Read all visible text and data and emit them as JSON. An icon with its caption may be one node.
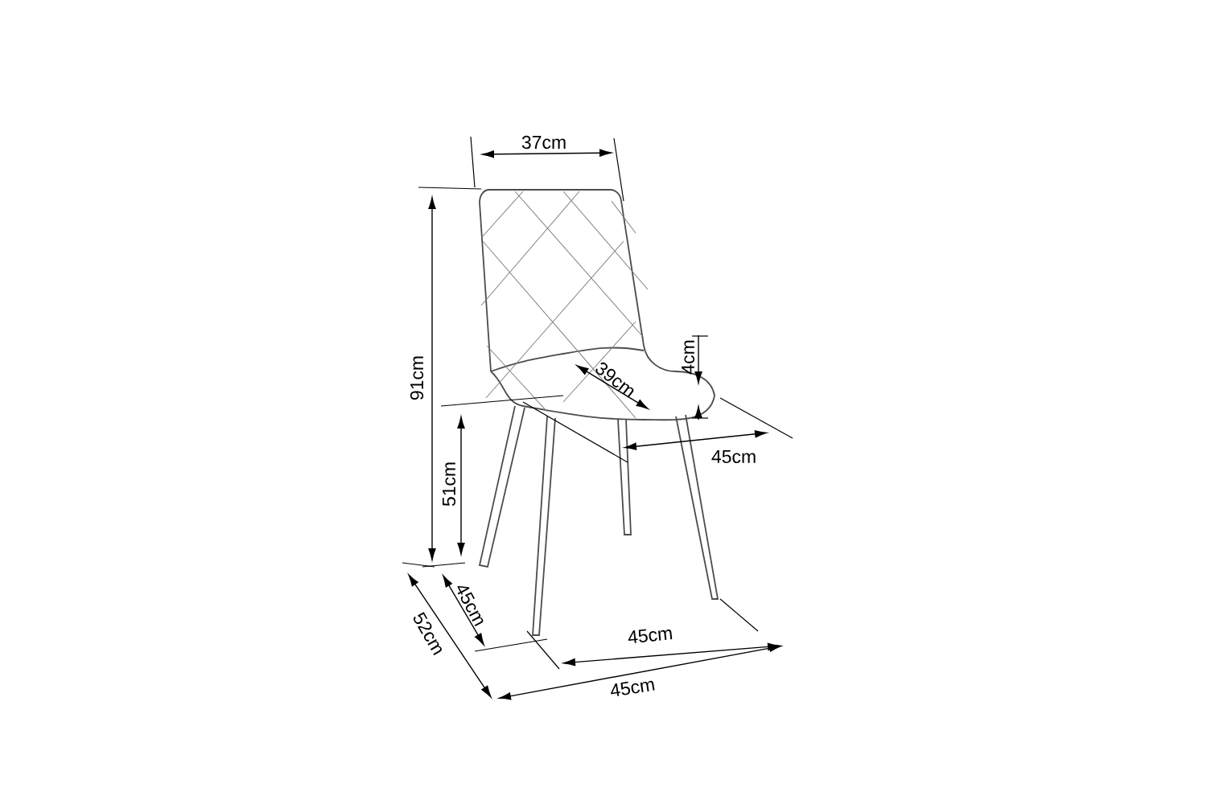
{
  "diagram": {
    "labels": [
      "37cm",
      "4cm",
      "39cm",
      "91cm",
      "45cm",
      "51cm",
      "45cm",
      "52cm",
      "45cm",
      "45cm"
    ]
  }
}
